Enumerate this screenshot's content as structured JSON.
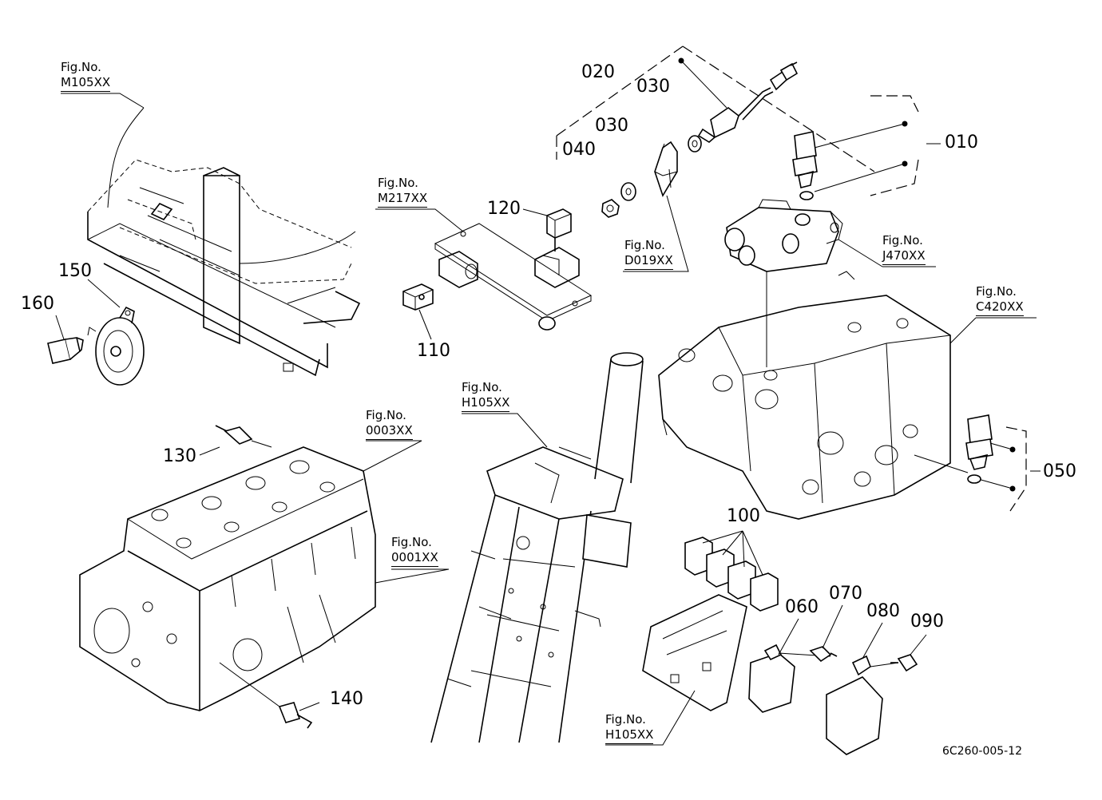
{
  "part_labels": {
    "p010": "010",
    "p020": "020",
    "p030a": "030",
    "p030b": "030",
    "p040": "040",
    "p050": "050",
    "p060": "060",
    "p070": "070",
    "p080": "080",
    "p090": "090",
    "p100": "100",
    "p110": "110",
    "p120": "120",
    "p130": "130",
    "p140": "140",
    "p150": "150",
    "p160": "160"
  },
  "figure_refs": {
    "m105": {
      "prefix": "Fig.No.",
      "code": "M105XX"
    },
    "m217": {
      "prefix": "Fig.No.",
      "code": "M217XX"
    },
    "d019": {
      "prefix": "Fig.No.",
      "code": "D019XX"
    },
    "j470": {
      "prefix": "Fig.No.",
      "code": "J470XX"
    },
    "c420": {
      "prefix": "Fig.No.",
      "code": "C420XX"
    },
    "h105a": {
      "prefix": "Fig.No.",
      "code": "H105XX"
    },
    "f0003": {
      "prefix": "Fig.No.",
      "code": "0003XX"
    },
    "f0001": {
      "prefix": "Fig.No.",
      "code": "0001XX"
    },
    "h105b": {
      "prefix": "Fig.No.",
      "code": "H105XX"
    }
  },
  "document_id": "6C260-005-12",
  "colors": {
    "ink": "#000000",
    "paper": "#ffffff"
  }
}
